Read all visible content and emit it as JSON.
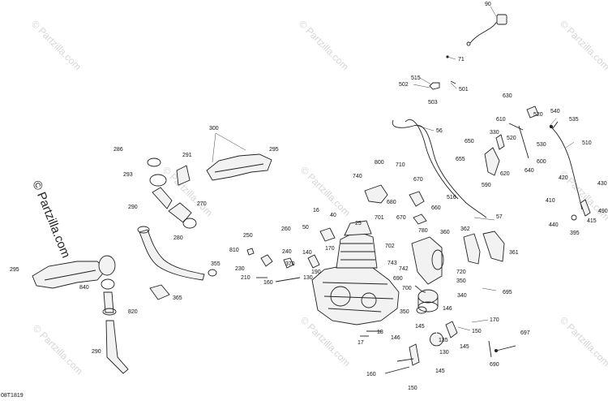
{
  "diagram": {
    "code": "08T1819",
    "watermark": "© Partzilla.com",
    "labels": [
      {
        "id": "l90",
        "text": "90"
      },
      {
        "id": "l71",
        "text": "71"
      },
      {
        "id": "l515",
        "text": "515"
      },
      {
        "id": "l502",
        "text": "502"
      },
      {
        "id": "l501",
        "text": "501"
      },
      {
        "id": "l503",
        "text": "503"
      },
      {
        "id": "l630",
        "text": "630"
      },
      {
        "id": "l540",
        "text": "540"
      },
      {
        "id": "l535",
        "text": "535"
      },
      {
        "id": "l520",
        "text": "520"
      },
      {
        "id": "l610",
        "text": "610"
      },
      {
        "id": "l300",
        "text": "300"
      },
      {
        "id": "l56",
        "text": "56"
      },
      {
        "id": "l330",
        "text": "330"
      },
      {
        "id": "l650",
        "text": "650"
      },
      {
        "id": "l510",
        "text": "510"
      },
      {
        "id": "l286",
        "text": "286"
      },
      {
        "id": "l291",
        "text": "291"
      },
      {
        "id": "l295a",
        "text": "295"
      },
      {
        "id": "l530",
        "text": "530"
      },
      {
        "id": "l655",
        "text": "655"
      },
      {
        "id": "l600",
        "text": "600"
      },
      {
        "id": "l293",
        "text": "293"
      },
      {
        "id": "l800",
        "text": "800"
      },
      {
        "id": "l710",
        "text": "710"
      },
      {
        "id": "l640",
        "text": "640"
      },
      {
        "id": "l740",
        "text": "740"
      },
      {
        "id": "l620",
        "text": "620"
      },
      {
        "id": "l670a",
        "text": "670"
      },
      {
        "id": "l420",
        "text": "420"
      },
      {
        "id": "l430",
        "text": "430"
      },
      {
        "id": "l590",
        "text": "590"
      },
      {
        "id": "l270",
        "text": "270"
      },
      {
        "id": "l290a",
        "text": "290"
      },
      {
        "id": "l516",
        "text": "516"
      },
      {
        "id": "l680",
        "text": "680"
      },
      {
        "id": "l410",
        "text": "410"
      },
      {
        "id": "l490",
        "text": "490"
      },
      {
        "id": "l16",
        "text": "16"
      },
      {
        "id": "l40",
        "text": "40"
      },
      {
        "id": "l660",
        "text": "660"
      },
      {
        "id": "l701",
        "text": "701"
      },
      {
        "id": "l670b",
        "text": "670"
      },
      {
        "id": "l57",
        "text": "57"
      },
      {
        "id": "l440",
        "text": "440"
      },
      {
        "id": "l280",
        "text": "280"
      },
      {
        "id": "l25",
        "text": "25"
      },
      {
        "id": "l415",
        "text": "415"
      },
      {
        "id": "l395",
        "text": "395"
      },
      {
        "id": "l260",
        "text": "260"
      },
      {
        "id": "l50",
        "text": "50"
      },
      {
        "id": "l780",
        "text": "780"
      },
      {
        "id": "l250",
        "text": "250"
      },
      {
        "id": "l362",
        "text": "362"
      },
      {
        "id": "l360",
        "text": "360"
      },
      {
        "id": "l702",
        "text": "702"
      },
      {
        "id": "l170a",
        "text": "170"
      },
      {
        "id": "l810",
        "text": "810"
      },
      {
        "id": "l240",
        "text": "240"
      },
      {
        "id": "l361",
        "text": "361"
      },
      {
        "id": "l295b",
        "text": "295"
      },
      {
        "id": "l140",
        "text": "140"
      },
      {
        "id": "l743",
        "text": "743"
      },
      {
        "id": "l742",
        "text": "742"
      },
      {
        "id": "l370",
        "text": "370"
      },
      {
        "id": "l355",
        "text": "355"
      },
      {
        "id": "l230",
        "text": "230"
      },
      {
        "id": "l720",
        "text": "720"
      },
      {
        "id": "l190",
        "text": "190"
      },
      {
        "id": "l210",
        "text": "210"
      },
      {
        "id": "l130a",
        "text": "130"
      },
      {
        "id": "l690a",
        "text": "690"
      },
      {
        "id": "l350a",
        "text": "350"
      },
      {
        "id": "l840",
        "text": "840"
      },
      {
        "id": "l160a",
        "text": "160"
      },
      {
        "id": "l700",
        "text": "700"
      },
      {
        "id": "l695",
        "text": "695"
      },
      {
        "id": "l365",
        "text": "365"
      },
      {
        "id": "l340",
        "text": "340"
      },
      {
        "id": "l146a",
        "text": "146"
      },
      {
        "id": "l820",
        "text": "820"
      },
      {
        "id": "l350b",
        "text": "350"
      },
      {
        "id": "l170b",
        "text": "170"
      },
      {
        "id": "l145a",
        "text": "145"
      },
      {
        "id": "l150a",
        "text": "150"
      },
      {
        "id": "l18",
        "text": "18"
      },
      {
        "id": "l17",
        "text": "17"
      },
      {
        "id": "l697",
        "text": "697"
      },
      {
        "id": "l146b",
        "text": "146"
      },
      {
        "id": "l135",
        "text": "135"
      },
      {
        "id": "l145b",
        "text": "145"
      },
      {
        "id": "l290b",
        "text": "290"
      },
      {
        "id": "l130b",
        "text": "130"
      },
      {
        "id": "l690b",
        "text": "690"
      },
      {
        "id": "l145c",
        "text": "145"
      },
      {
        "id": "l160b",
        "text": "160"
      },
      {
        "id": "l150b",
        "text": "150"
      }
    ]
  }
}
